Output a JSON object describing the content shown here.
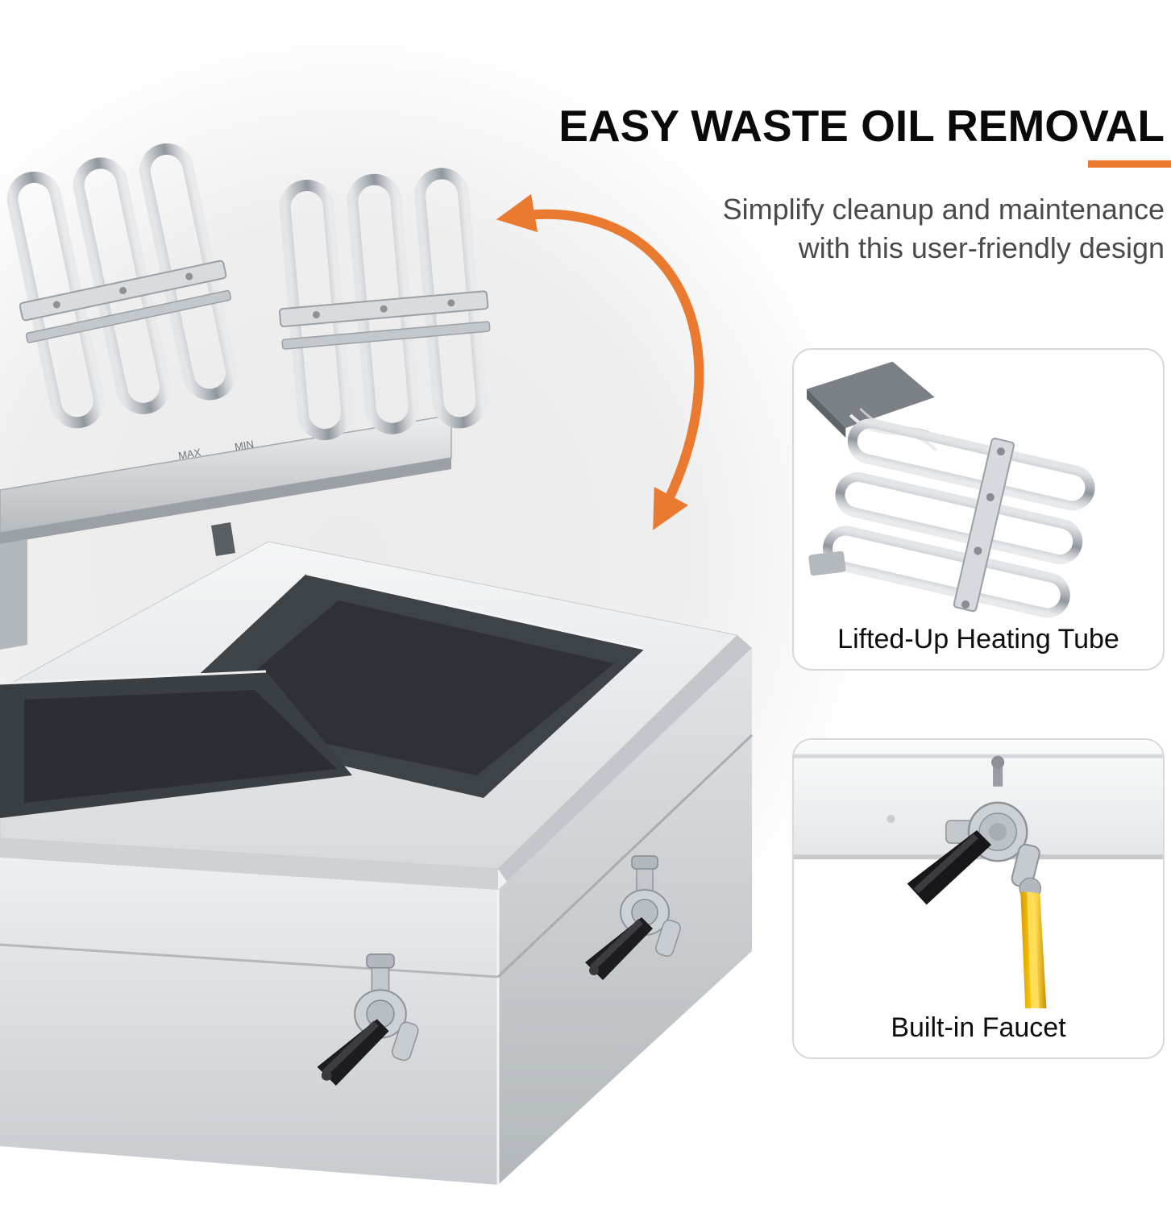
{
  "colors": {
    "accent": "#E97A30",
    "headline_text": "#0A0A0A",
    "subtitle_text": "#4A4A4A",
    "oil": "#F2BE00",
    "steel_light": "#EDEFF1",
    "steel_dark": "#BFC4C8",
    "tank": "#3E4348"
  },
  "headline": {
    "text": "EASY WASTE OIL REMOVAL"
  },
  "subtitle": {
    "line1": "Simplify cleanup and maintenance",
    "line2": "with this user-friendly design"
  },
  "product_photo": {
    "engravings": {
      "max": "MAX",
      "min": "MIN"
    }
  },
  "annotation_arrow": {
    "icon": "curved-arrow-icon"
  },
  "feature_cards": [
    {
      "caption": "Lifted-Up Heating Tube"
    },
    {
      "caption": "Built-in Faucet"
    }
  ]
}
